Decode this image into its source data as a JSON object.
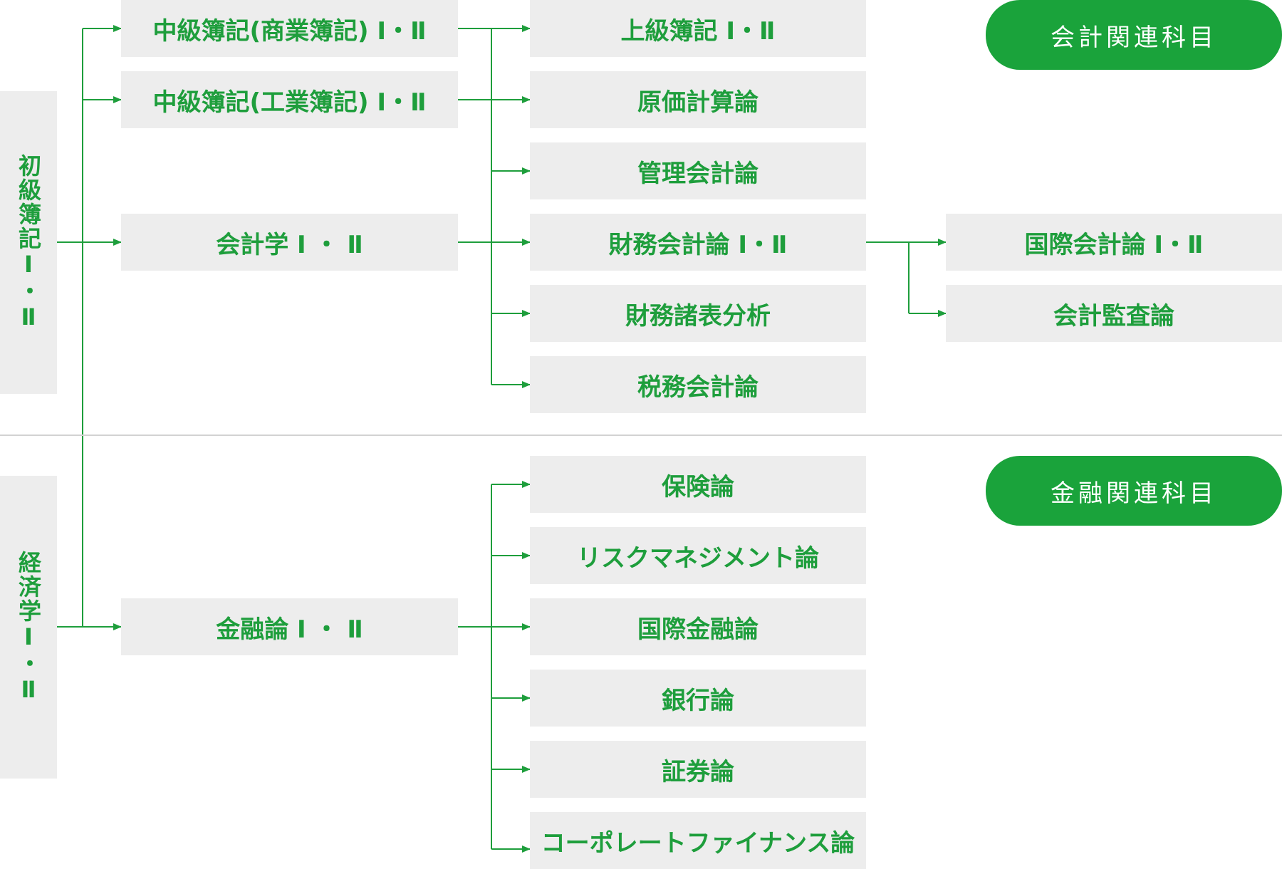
{
  "colors": {
    "accent": "#1aa33b",
    "box_bg": "#ededed",
    "line": "#1e9e3c",
    "divider": "#d2d2d2"
  },
  "sections": {
    "accounting": "会計関連科目",
    "finance": "金融関連科目"
  },
  "roots": {
    "shokyu_boki": "初級簿記Ⅰ・Ⅱ",
    "keizaigaku": "経済学Ⅰ・Ⅱ"
  },
  "col2": {
    "chukyu_shogyo": "中級簿記(商業簿記) Ⅰ・Ⅱ",
    "chukyu_kogyo": "中級簿記(工業簿記) Ⅰ・Ⅱ",
    "kaikeigaku": "会計学 Ⅰ ・ Ⅱ",
    "kinyuron": "金融論 Ⅰ ・ Ⅱ"
  },
  "col3": {
    "jokyu_boki": "上級簿記 Ⅰ・Ⅱ",
    "genka": "原価計算論",
    "kanri": "管理会計論",
    "zaimu_kaikei": "財務会計論 Ⅰ・Ⅱ",
    "zaimu_shohyo": "財務諸表分析",
    "zeimu": "税務会計論",
    "hoken": "保険論",
    "risk": "リスクマネジメント論",
    "kokusai_kinyu": "国際金融論",
    "ginko": "銀行論",
    "shoken": "証券論",
    "corporate": "コーポレートファイナンス論"
  },
  "col4": {
    "kokusai_kaikei": "国際会計論 Ⅰ・Ⅱ",
    "kansa": "会計監査論"
  }
}
